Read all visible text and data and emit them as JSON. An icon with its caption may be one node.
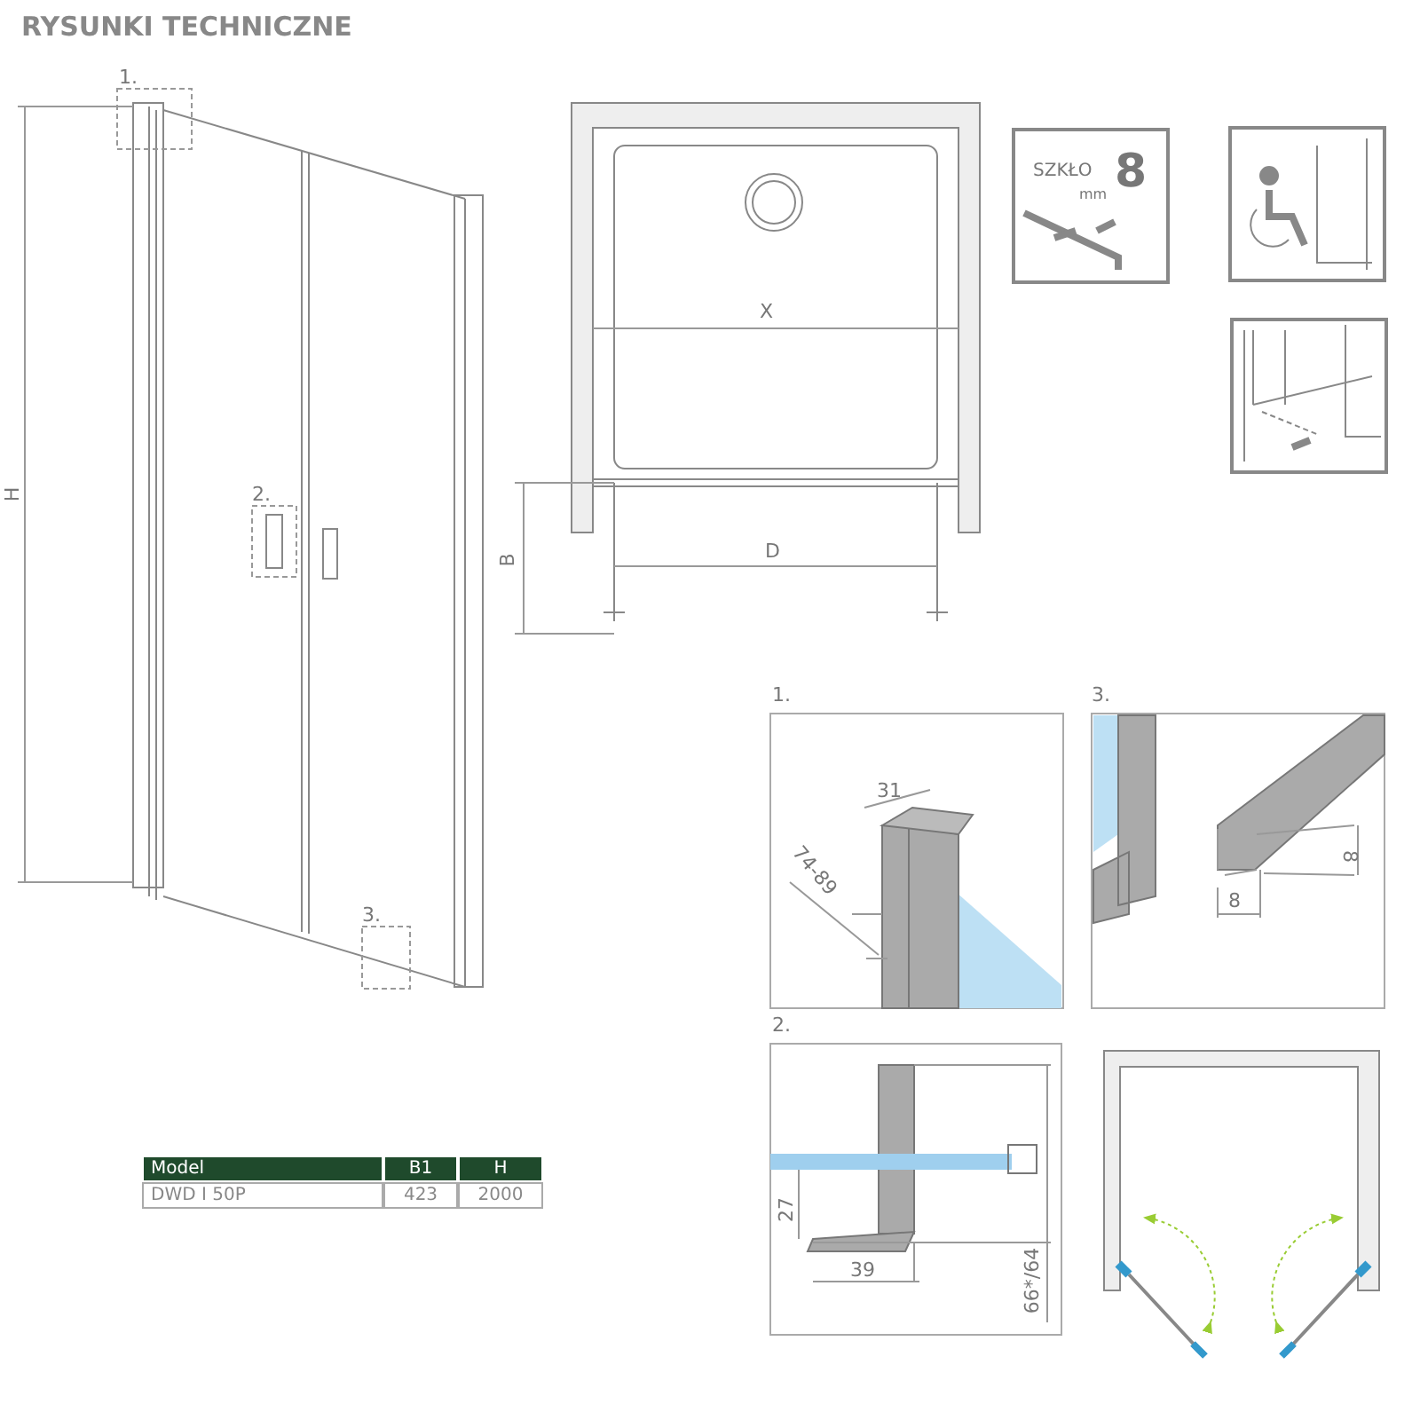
{
  "diagram": {
    "title": "RYSUNKI TECHNICZNE",
    "labels": [
      "1.",
      "H",
      "2.",
      "3.",
      "X",
      "B",
      "D",
      "SZKŁO",
      "mm",
      "8",
      "1.",
      "31",
      "74-89",
      "3.",
      "8",
      "8",
      "2.",
      "27",
      "39",
      "66*/64",
      "Model",
      "B1",
      "H",
      "DWD I 50P",
      "423",
      "2000"
    ]
  }
}
